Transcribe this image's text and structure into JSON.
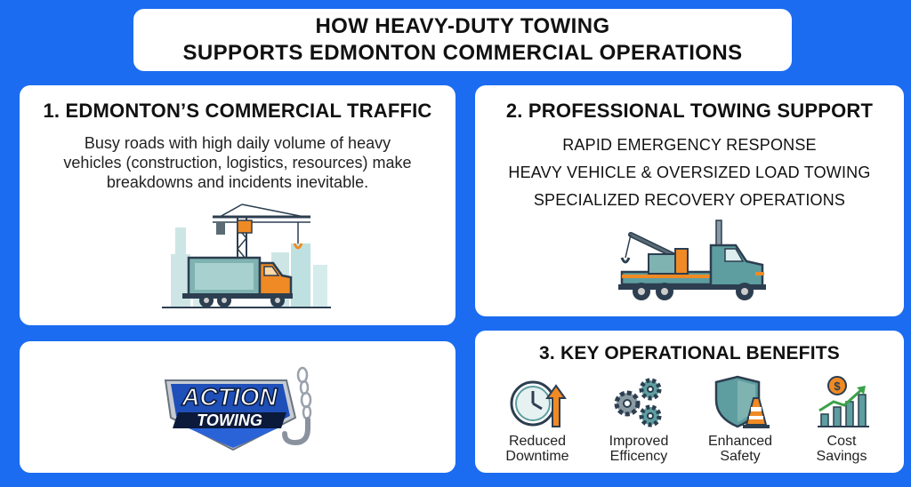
{
  "title": {
    "line1": "HOW HEAVY-DUTY TOWING",
    "line2": "SUPPORTS EDMONTON COMMERCIAL OPERATIONS"
  },
  "section1": {
    "heading": "1. EDMONTON’S COMMERCIAL TRAFFIC",
    "description_lines": [
      "Busy roads with high daily volume of heavy",
      "vehicles (construction, logistics, resources) make",
      "breakdowns and incidents inevitable."
    ],
    "illustration_icon": "city-truck-crane-icon"
  },
  "section2": {
    "heading": "2. PROFESSIONAL TOWING SUPPORT",
    "services": [
      "RAPID EMERGENCY RESPONSE",
      "HEAVY VEHICLE & OVERSIZED LOAD TOWING",
      "SPECIALIZED RECOVERY OPERATIONS"
    ],
    "illustration_icon": "tow-truck-icon"
  },
  "logo": {
    "line1": "ACTION",
    "line2": "TOWING",
    "icon": "tow-hook-chain-icon"
  },
  "section3": {
    "heading": "3. KEY OPERATIONAL BENEFITS",
    "benefits": [
      {
        "icon": "clock-arrow-up-icon",
        "line1": "Reduced",
        "line2": "Downtime"
      },
      {
        "icon": "gears-icon",
        "line1": "Improved",
        "line2": "Efficency"
      },
      {
        "icon": "shield-cone-icon",
        "line1": "Enhanced",
        "line2": "Safety"
      },
      {
        "icon": "dollar-chart-icon",
        "line1": "Cost",
        "line2": "Savings"
      }
    ]
  },
  "colors": {
    "background": "#1b6cf0",
    "card": "#ffffff",
    "truck_teal": "#5e9ea0",
    "accent_orange": "#f08a24",
    "logo_blue": "#1f4fb8",
    "city_pale": "#bfe0e0"
  }
}
